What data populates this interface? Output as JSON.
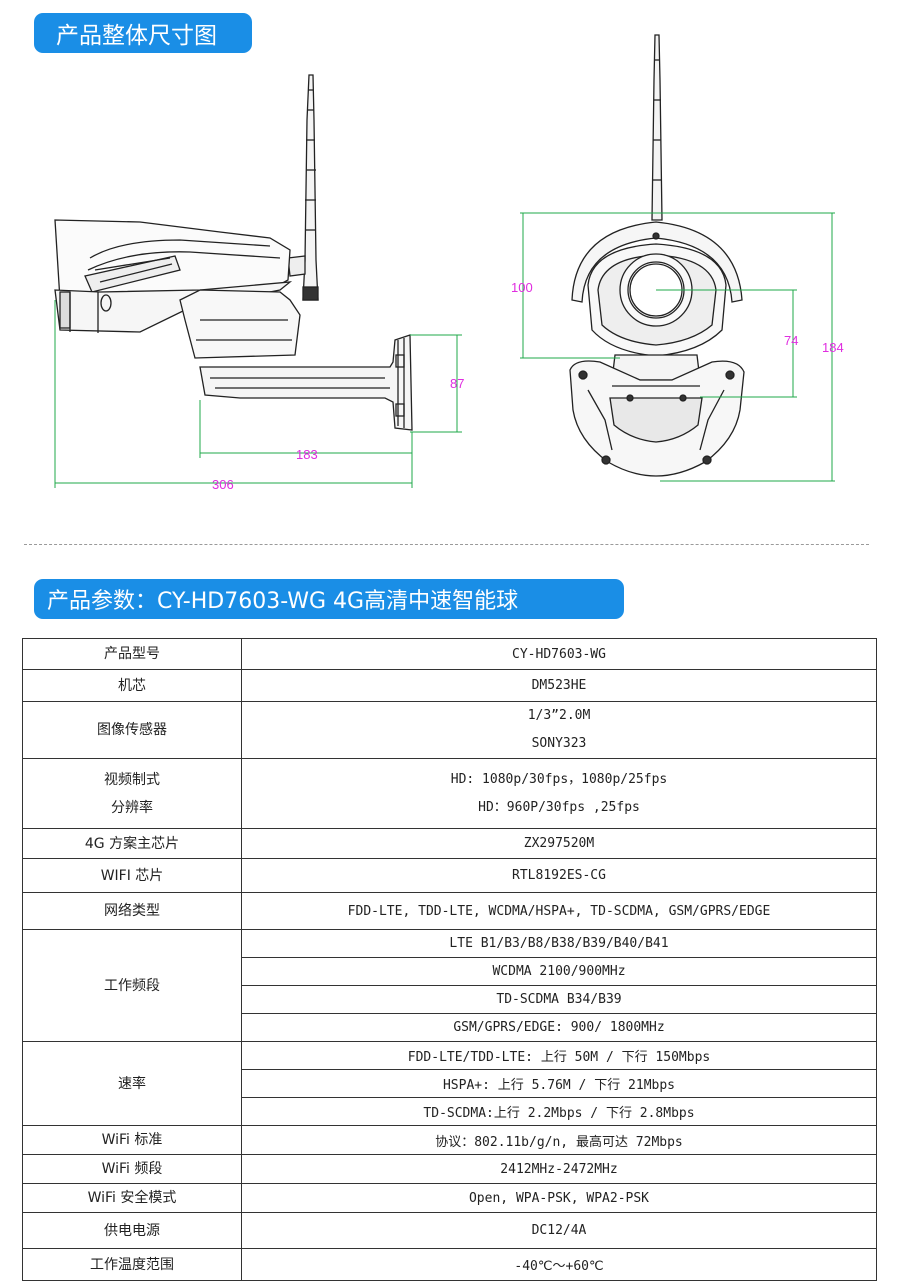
{
  "section1": {
    "title": "产品整体尺寸图"
  },
  "dimensions": {
    "side_height": "87",
    "side_arm": "183",
    "side_total": "306",
    "front_upper": "100",
    "front_mid": "74",
    "front_total": "184"
  },
  "section2": {
    "title": "产品参数：CY-HD7603-WG  4G高清中速智能球"
  },
  "specs": [
    {
      "label": "产品型号",
      "values": [
        "CY-HD7603-WG"
      ]
    },
    {
      "label": "机芯",
      "values": [
        "DM523HE"
      ]
    },
    {
      "label": "图像传感器",
      "values": [
        "1/3”2.0M",
        "SONY323"
      ]
    },
    {
      "label": "视频制式\n分辨率",
      "values": [
        "HD:  1080p/30fps，1080p/25fps",
        "HD：960P/30fps ,25fps"
      ]
    },
    {
      "label": "4G 方案主芯片",
      "values": [
        "ZX297520M"
      ]
    },
    {
      "label": "WIFI 芯片",
      "values": [
        "RTL8192ES-CG"
      ]
    },
    {
      "label": "网络类型",
      "values": [
        "FDD-LTE, TDD-LTE, WCDMA/HSPA+, TD-SCDMA, GSM/GPRS/EDGE"
      ]
    },
    {
      "label": "工作频段",
      "values": [
        "LTE B1/B3/B8/B38/B39/B40/B41",
        "WCDMA 2100/900MHz",
        "TD-SCDMA B34/B39",
        "GSM/GPRS/EDGE: 900/ 1800MHz"
      ]
    },
    {
      "label": "速率",
      "values": [
        "FDD-LTE/TDD-LTE: 上行 50M / 下行 150Mbps",
        "HSPA+: 上行 5.76M / 下行 21Mbps",
        "TD-SCDMA:上行 2.2Mbps / 下行 2.8Mbps"
      ]
    },
    {
      "label": "WiFi 标准",
      "values": [
        "协议：802.11b/g/n, 最高可达 72Mbps"
      ]
    },
    {
      "label": "WiFi 频段",
      "values": [
        "2412MHz-2472MHz"
      ]
    },
    {
      "label": "WiFi 安全模式",
      "values": [
        "Open, WPA-PSK, WPA2-PSK"
      ]
    },
    {
      "label": "供电电源",
      "values": [
        "DC12/4A"
      ]
    },
    {
      "label": "工作温度范围",
      "values": [
        "-40℃～+60℃"
      ]
    }
  ]
}
